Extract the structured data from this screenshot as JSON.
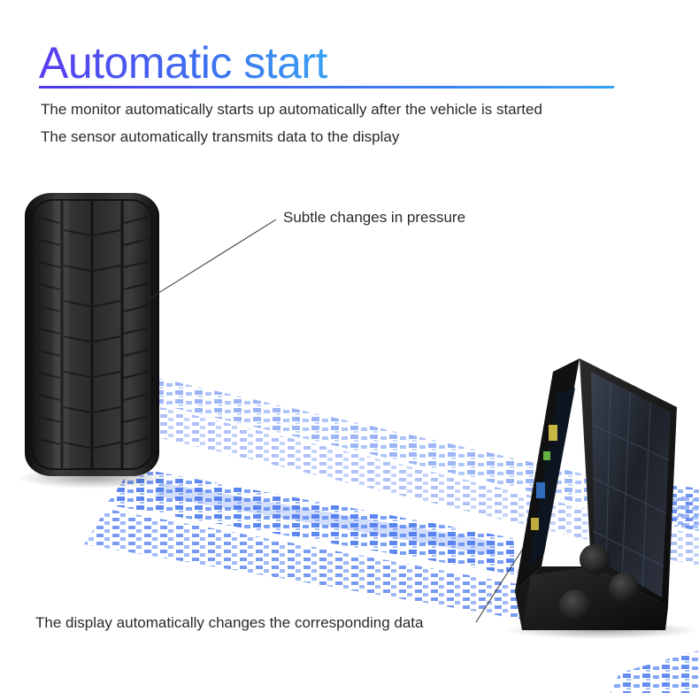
{
  "header": {
    "title": "Automatic start",
    "line1": "The monitor automatically starts up automatically after the vehicle is started",
    "line2": "The sensor automatically transmits data to the display"
  },
  "callouts": {
    "tire": "Subtle changes in pressure",
    "display": "The display automatically changes the corresponding data"
  },
  "colors": {
    "title_start": "#5a3df0",
    "title_end": "#39a0f2",
    "track_blue": "#4a78ee",
    "text": "#2a2a2a"
  },
  "icons": {
    "tire": "tire-illustration",
    "display": "tpms-solar-display",
    "tracks": "tire-track-marks"
  }
}
